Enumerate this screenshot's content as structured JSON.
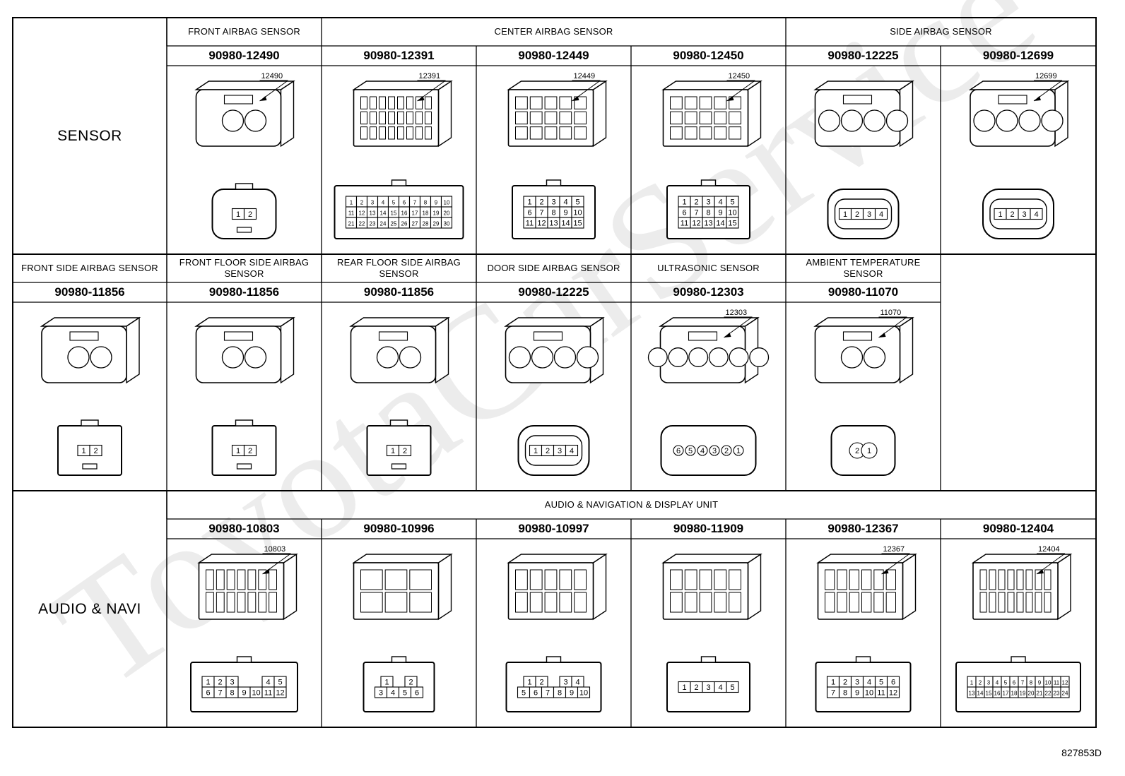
{
  "watermark": "ToyotaCarService",
  "rows": [
    {
      "label": "SENSOR",
      "headers": [
        {
          "text": "FRONT AIRBAG SENSOR",
          "span": 1
        },
        {
          "text": "CENTER AIRBAG SENSOR",
          "span": 3
        },
        {
          "text": "SIDE AIRBAG SENSOR",
          "span": 2
        }
      ],
      "connectors": [
        {
          "part": "90980-12490",
          "callout": "12490",
          "pins": [
            [
              "1",
              "2"
            ]
          ],
          "shape": "round"
        },
        {
          "part": "90980-12391",
          "callout": "12391",
          "pins": [
            [
              "1",
              "2",
              "3",
              "4",
              "5",
              "6",
              "7",
              "8",
              "9",
              "10"
            ],
            [
              "11",
              "12",
              "13",
              "14",
              "15",
              "16",
              "17",
              "18",
              "19",
              "20"
            ],
            [
              "21",
              "22",
              "23",
              "24",
              "25",
              "26",
              "27",
              "28",
              "29",
              "30"
            ]
          ],
          "shape": "block"
        },
        {
          "part": "90980-12449",
          "callout": "12449",
          "pins": [
            [
              "1",
              "2",
              "3",
              "4",
              "5"
            ],
            [
              "6",
              "7",
              "8",
              "9",
              "10"
            ],
            [
              "11",
              "12",
              "13",
              "14",
              "15"
            ]
          ],
          "shape": "block"
        },
        {
          "part": "90980-12450",
          "callout": "12450",
          "pins": [
            [
              "1",
              "2",
              "3",
              "4",
              "5"
            ],
            [
              "6",
              "7",
              "8",
              "9",
              "10"
            ],
            [
              "11",
              "12",
              "13",
              "14",
              "15"
            ]
          ],
          "shape": "block"
        },
        {
          "part": "90980-12225",
          "callout": "",
          "pins": [
            [
              "1",
              "2",
              "3",
              "4"
            ]
          ],
          "shape": "oval"
        },
        {
          "part": "90980-12699",
          "callout": "12699",
          "pins": [
            [
              "1",
              "2",
              "3",
              "4"
            ]
          ],
          "shape": "oval"
        }
      ]
    },
    {
      "label": "",
      "headers": [
        {
          "text": "FRONT SIDE AIRBAG SENSOR",
          "span": 1
        },
        {
          "text": "FRONT FLOOR SIDE AIRBAG SENSOR",
          "span": 1
        },
        {
          "text": "REAR FLOOR SIDE AIRBAG SENSOR",
          "span": 1
        },
        {
          "text": "DOOR SIDE AIRBAG SENSOR",
          "span": 1
        },
        {
          "text": "ULTRASONIC SENSOR",
          "span": 1
        },
        {
          "text": "AMBIENT TEMPERATURE SENSOR",
          "span": 1
        }
      ],
      "connectors": [
        {
          "part": "90980-11856",
          "callout": "",
          "pins": [
            [
              "1",
              "2"
            ]
          ],
          "shape": "square"
        },
        {
          "part": "90980-11856",
          "callout": "",
          "pins": [
            [
              "1",
              "2"
            ]
          ],
          "shape": "square"
        },
        {
          "part": "90980-11856",
          "callout": "",
          "pins": [
            [
              "1",
              "2"
            ]
          ],
          "shape": "square"
        },
        {
          "part": "90980-12225",
          "callout": "",
          "pins": [
            [
              "1",
              "2",
              "3",
              "4"
            ]
          ],
          "shape": "oval"
        },
        {
          "part": "90980-12303",
          "callout": "12303",
          "pins": [
            [
              "6",
              "5",
              "4",
              "3",
              "2",
              "1"
            ]
          ],
          "shape": "circles"
        },
        {
          "part": "90980-11070",
          "callout": "11070",
          "pins": [
            [
              "2",
              "1"
            ]
          ],
          "shape": "round2"
        }
      ]
    },
    {
      "label": "AUDIO & NAVI",
      "headers": [
        {
          "text": "AUDIO & NAVIGATION & DISPLAY UNIT",
          "span": 6
        }
      ],
      "connectors": [
        {
          "part": "90980-10803",
          "callout": "10803",
          "pins": [
            [
              "1",
              "2",
              "3",
              "",
              "",
              "4",
              "5"
            ],
            [
              "6",
              "7",
              "8",
              "9",
              "10",
              "11",
              "12"
            ]
          ],
          "shape": "block"
        },
        {
          "part": "90980-10996",
          "callout": "",
          "pins": [
            [
              "1",
              "",
              "2"
            ],
            [
              "3",
              "4",
              "5",
              "6"
            ]
          ],
          "shape": "block"
        },
        {
          "part": "90980-10997",
          "callout": "",
          "pins": [
            [
              "1",
              "2",
              "",
              "3",
              "4"
            ],
            [
              "5",
              "6",
              "7",
              "8",
              "9",
              "10"
            ]
          ],
          "shape": "block"
        },
        {
          "part": "90980-11909",
          "callout": "",
          "pins": [
            [
              "1",
              "2",
              "3",
              "4",
              "5"
            ]
          ],
          "shape": "block"
        },
        {
          "part": "90980-12367",
          "callout": "12367",
          "pins": [
            [
              "1",
              "2",
              "3",
              "4",
              "5",
              "6"
            ],
            [
              "7",
              "8",
              "9",
              "10",
              "11",
              "12"
            ]
          ],
          "shape": "block"
        },
        {
          "part": "90980-12404",
          "callout": "12404",
          "pins": [
            [
              "1",
              "2",
              "3",
              "4",
              "5",
              "6",
              "7",
              "8",
              "9",
              "10",
              "11",
              "12"
            ],
            [
              "13",
              "14",
              "15",
              "16",
              "17",
              "18",
              "19",
              "20",
              "21",
              "22",
              "23",
              "24"
            ]
          ],
          "shape": "block"
        }
      ]
    }
  ],
  "figure_code": "827853D",
  "colors": {
    "line": "#000000",
    "watermark": "#ececec",
    "background": "#ffffff"
  }
}
